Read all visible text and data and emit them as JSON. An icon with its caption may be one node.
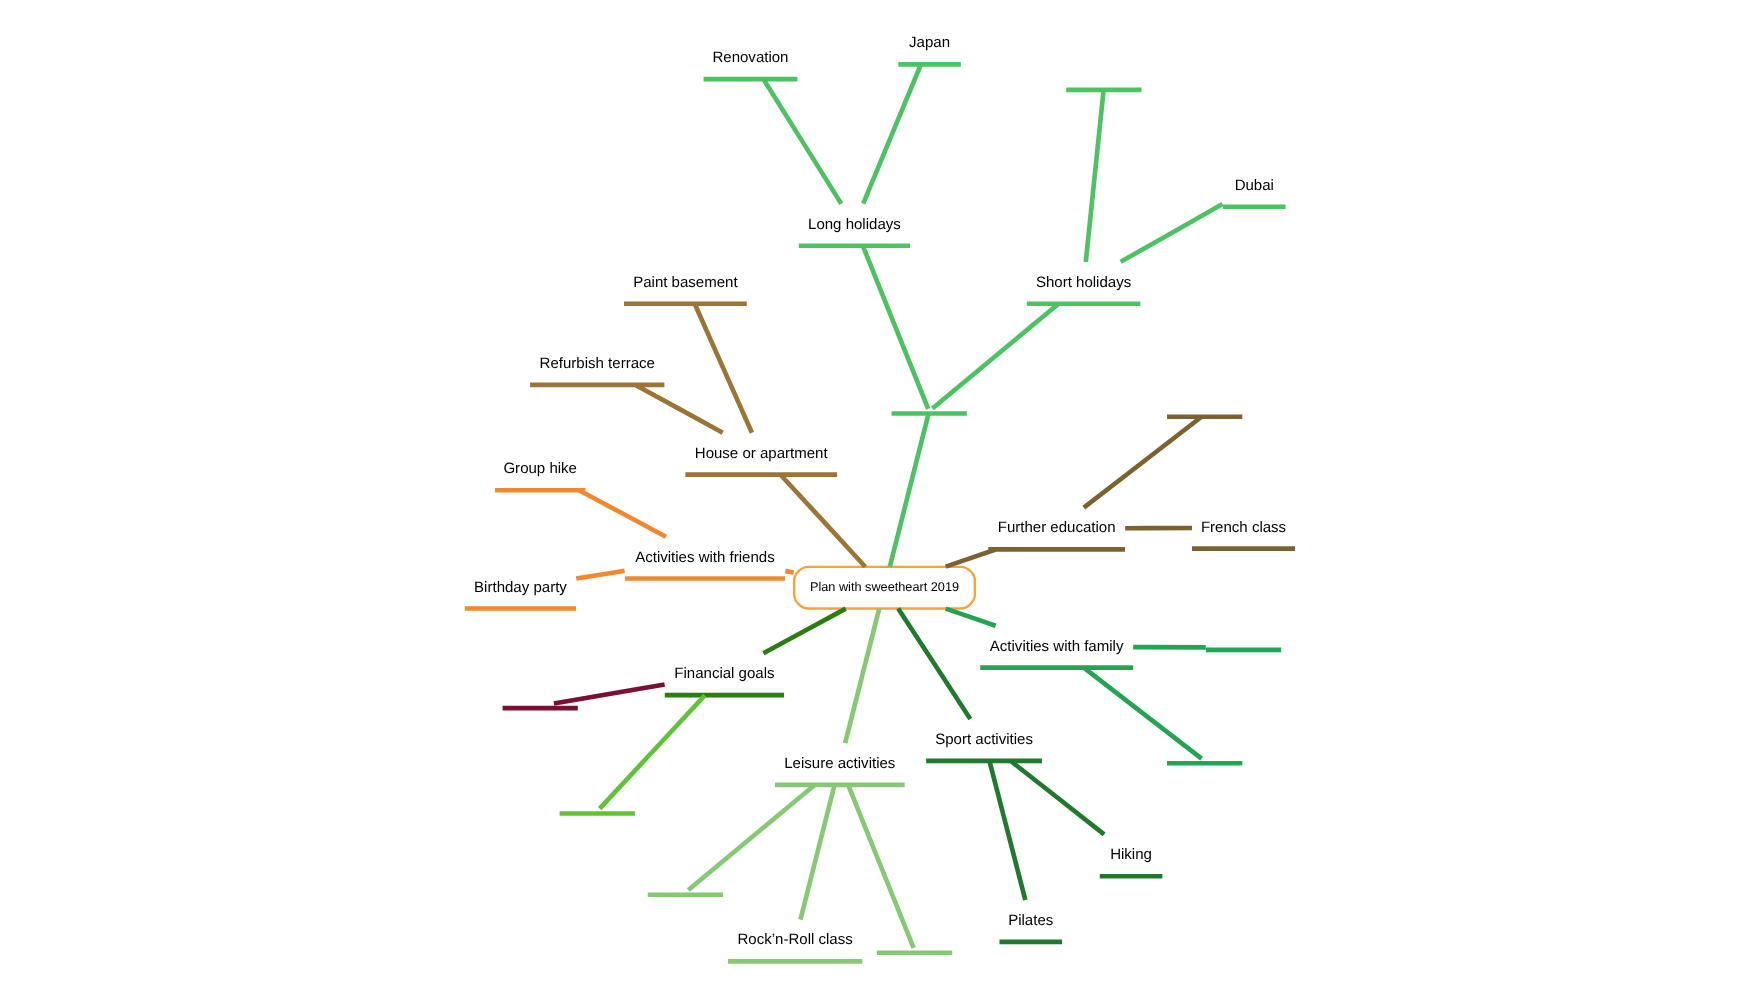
{
  "diagram": {
    "nodes": [
      {
        "text": [
          "Plan with sweetheart 2019"
        ]
      },
      {
        "text": [
          "Further education"
        ]
      },
      {
        "text": [
          "French class"
        ]
      },
      {
        "text": [],
        "shape": "line"
      },
      {
        "text": [],
        "shape": "line"
      },
      {
        "text": [
          "Short holidays"
        ]
      },
      {
        "text": [
          "Dubai"
        ]
      },
      {
        "text": [],
        "shape": "line"
      },
      {
        "text": [
          "Long holidays"
        ]
      },
      {
        "text": [
          "Japan"
        ]
      },
      {
        "text": [
          "Renovation"
        ]
      },
      {
        "text": [
          "House or apartment"
        ]
      },
      {
        "text": [
          "Paint basement"
        ]
      },
      {
        "text": [
          "Refurbish terrace"
        ]
      },
      {
        "text": [
          "Activities with friends"
        ]
      },
      {
        "text": [
          "Group hike"
        ]
      },
      {
        "text": [
          "Birthday party"
        ]
      },
      {
        "text": [
          "Financial goals"
        ]
      },
      {
        "text": [],
        "shape": "line"
      },
      {
        "text": [],
        "shape": "line"
      },
      {
        "text": [
          "Leisure activities"
        ]
      },
      {
        "text": [],
        "shape": "line"
      },
      {
        "text": [
          "Rock’n-Roll class"
        ]
      },
      {
        "text": [],
        "shape": "line"
      },
      {
        "text": [
          "Sport activities"
        ]
      },
      {
        "text": [
          "Pilates"
        ]
      },
      {
        "text": [
          "Hiking"
        ]
      },
      {
        "text": [
          "Activities with family"
        ]
      },
      {
        "text": [],
        "shape": "line"
      },
      {
        "text": [],
        "shape": "line"
      }
    ],
    "edges": [
      {
        "from": 0,
        "to": 1,
        "arrow": "none",
        "color": "#7a6330"
      },
      {
        "from": 1,
        "to": 2,
        "arrow": "none",
        "color": "#7a6330"
      },
      {
        "from": 1,
        "to": 3,
        "arrow": "none",
        "color": "#7a6330"
      },
      {
        "from": 0,
        "to": 4,
        "arrow": "none",
        "color": "#4cc262"
      },
      {
        "from": 4,
        "to": 5,
        "arrow": "none",
        "color": "#4cc262"
      },
      {
        "from": 5,
        "to": 6,
        "arrow": "none",
        "color": "#4cc262"
      },
      {
        "from": 5,
        "to": 7,
        "arrow": "none",
        "color": "#4cc262"
      },
      {
        "from": 4,
        "to": 8,
        "arrow": "none",
        "color": "#4cc262"
      },
      {
        "from": 8,
        "to": 9,
        "arrow": "none",
        "color": "#4cc262"
      },
      {
        "from": 8,
        "to": 10,
        "arrow": "none",
        "color": "#4cc262"
      },
      {
        "from": 0,
        "to": 11,
        "arrow": "none",
        "color": "#9a7536"
      },
      {
        "from": 11,
        "to": 12,
        "arrow": "none",
        "color": "#9a7536"
      },
      {
        "from": 11,
        "to": 13,
        "arrow": "none",
        "color": "#9a7536"
      },
      {
        "from": 0,
        "to": 14,
        "arrow": "none",
        "color": "#f0892e"
      },
      {
        "from": 14,
        "to": 15,
        "arrow": "none",
        "color": "#f0892e"
      },
      {
        "from": 14,
        "to": 16,
        "arrow": "none",
        "color": "#f0892e"
      },
      {
        "from": 0,
        "to": 17,
        "arrow": "none",
        "color": "#2a7d10"
      },
      {
        "from": 17,
        "to": 18,
        "arrow": "none",
        "color": "#7a0f35"
      },
      {
        "from": 17,
        "to": 19,
        "arrow": "none",
        "color": "#62c237"
      },
      {
        "from": 0,
        "to": 20,
        "arrow": "none",
        "color": "#86c873"
      },
      {
        "from": 20,
        "to": 21,
        "arrow": "none",
        "color": "#86c873"
      },
      {
        "from": 20,
        "to": 22,
        "arrow": "none",
        "color": "#86c873"
      },
      {
        "from": 20,
        "to": 23,
        "arrow": "none",
        "color": "#86c873"
      },
      {
        "from": 0,
        "to": 24,
        "arrow": "none",
        "color": "#1f7a2e"
      },
      {
        "from": 24,
        "to": 25,
        "arrow": "none",
        "color": "#1f7a2e"
      },
      {
        "from": 24,
        "to": 26,
        "arrow": "none",
        "color": "#1f7a2e"
      },
      {
        "from": 0,
        "to": 27,
        "arrow": "none",
        "color": "#22a455"
      },
      {
        "from": 27,
        "to": 28,
        "arrow": "none",
        "color": "#22a455"
      },
      {
        "from": 27,
        "to": 29,
        "arrow": "none",
        "color": "#22a455"
      }
    ]
  }
}
